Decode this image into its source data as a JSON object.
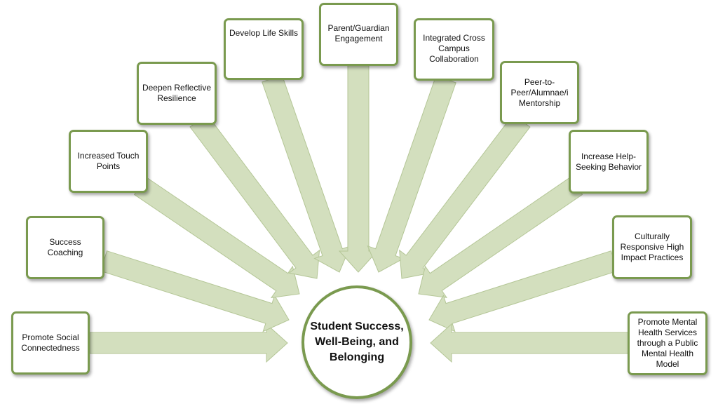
{
  "hub": {
    "label": "Student Success, Well-Being, and Belonging"
  },
  "nodes": [
    {
      "label": "Promote Social Connectedness"
    },
    {
      "label": "Success Coaching"
    },
    {
      "label": "Increased Touch Points"
    },
    {
      "label": "Deepen Reflective Resilience"
    },
    {
      "label": "Develop Life Skills"
    },
    {
      "label": "Parent/Guardian Engagement"
    },
    {
      "label": "Integrated Cross Campus Collaboration"
    },
    {
      "label": "Peer-to-Peer/Alumnae/i Mentorship"
    },
    {
      "label": "Increase Help-Seeking Behavior"
    },
    {
      "label": "Culturally Responsive High Impact Practices"
    },
    {
      "label": "Promote Mental Health Services through a Public Mental Health Model"
    }
  ],
  "colors": {
    "arrow_fill": "#d3dfbe",
    "arrow_stroke": "#b4c696",
    "border": "#7a9a4f"
  }
}
